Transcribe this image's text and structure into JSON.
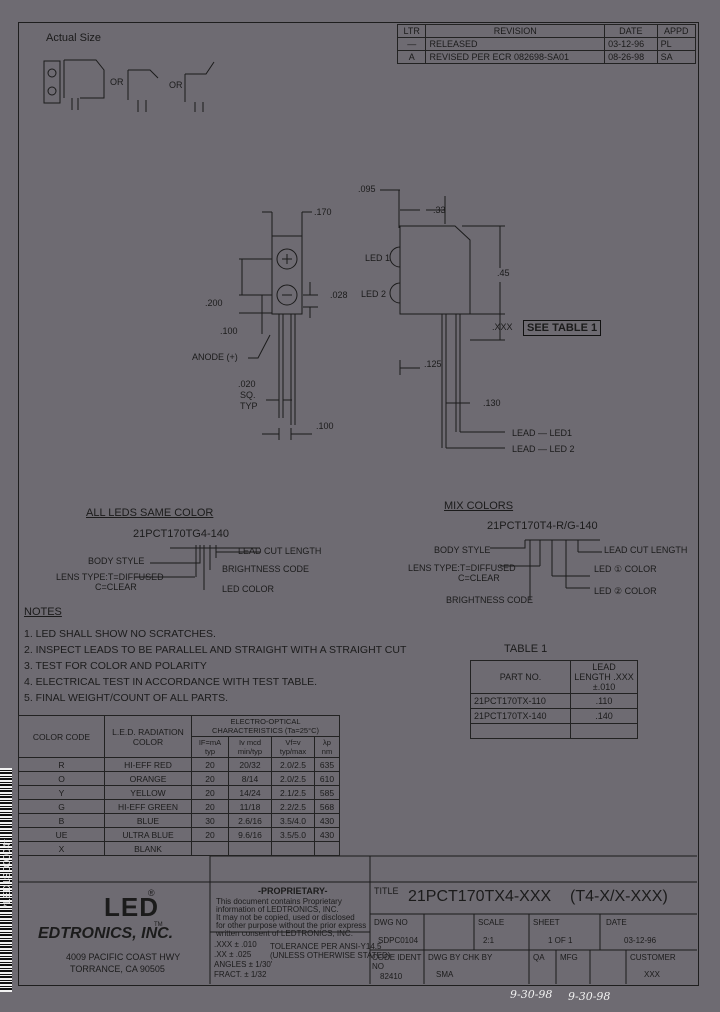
{
  "actual_size": "Actual Size",
  "or1": "OR",
  "or2": "OR",
  "revision_table": {
    "headers": [
      "LTR",
      "REVISION",
      "DATE",
      "APPD"
    ],
    "rows": [
      [
        "—",
        "RELEASED",
        "03-12-96",
        "PL"
      ],
      [
        "A",
        "REVISED PER ECR 082698-SA01",
        "08-26-98",
        "SA"
      ]
    ]
  },
  "dims": {
    "d095": ".095",
    "d170": ".170",
    "d033": ".33",
    "d045": ".45",
    "d028": ".028",
    "d200": ".200",
    "d100a": ".100",
    "dxxx": ".XXX",
    "d125": ".125",
    "d130": ".130",
    "d020": ".020",
    "sq": "SQ.",
    "typ": "TYP",
    "d100b": ".100"
  },
  "labels": {
    "led1": "LED 1",
    "led2": "LED 2",
    "anode": "ANODE (+)",
    "see_table": "SEE TABLE 1",
    "lead_led1": "LEAD — LED1",
    "lead_led2": "LEAD — LED 2"
  },
  "same_color": {
    "title": "ALL LEDS SAME COLOR",
    "part": "21PCT170TG4-140",
    "body_style": "BODY STYLE",
    "lead_cut": "LEAD CUT LENGTH",
    "lens_type": "LENS TYPE:T=DIFFUSED",
    "clear": "C=CLEAR",
    "brightness": "BRIGHTNESS CODE",
    "led_color": "LED COLOR"
  },
  "mix_colors": {
    "title": "MIX COLORS",
    "part": "21PCT170T4-R/G-140",
    "body_style": "BODY STYLE",
    "lead_cut": "LEAD CUT LENGTH",
    "lens_type": "LENS TYPE:T=DIFFUSED",
    "clear": "C=CLEAR",
    "brightness": "BRIGHTNESS CODE",
    "led1_color": "LED ① COLOR",
    "led2_color": "LED ② COLOR"
  },
  "notes": {
    "title": "NOTES",
    "items": [
      "1. LED SHALL SHOW NO SCRATCHES.",
      "2. INSPECT LEADS TO BE PARALLEL AND STRAIGHT WITH A STRAIGHT CUT",
      "3. TEST FOR COLOR AND POLARITY",
      "4. ELECTRICAL TEST IN ACCORDANCE WITH TEST TABLE.",
      "5. FINAL WEIGHT/COUNT OF ALL PARTS."
    ]
  },
  "table1": {
    "title": "TABLE 1",
    "headers": [
      "PART NO.",
      "LEAD LENGTH .XXX ±.010"
    ],
    "rows": [
      [
        "21PCT170TX-110",
        ".110"
      ],
      [
        "21PCT170TX-140",
        ".140"
      ],
      [
        "",
        ""
      ]
    ]
  },
  "color_table": {
    "h_code": "COLOR CODE",
    "h_rad": "L.E.D. RADIATION COLOR",
    "h_eo": "ELECTRO-OPTICAL CHARACTERISTICS (Ta=25°C)",
    "h_if": "IF=mA typ",
    "h_iv": "Iv mcd min/typ",
    "h_vf": "Vf=v typ/max",
    "h_lp": "λp nm",
    "rows": [
      [
        "R",
        "HI-EFF RED",
        "20",
        "20/32",
        "2.0/2.5",
        "635"
      ],
      [
        "O",
        "ORANGE",
        "20",
        "8/14",
        "2.0/2.5",
        "610"
      ],
      [
        "Y",
        "YELLOW",
        "20",
        "14/24",
        "2.1/2.5",
        "585"
      ],
      [
        "G",
        "HI-EFF GREEN",
        "20",
        "11/18",
        "2.2/2.5",
        "568"
      ],
      [
        "B",
        "BLUE",
        "30",
        "2.6/16",
        "3.5/4.0",
        "430"
      ],
      [
        "UE",
        "ULTRA BLUE",
        "20",
        "9.6/16",
        "3.5/5.0",
        "430"
      ],
      [
        "X",
        "BLANK",
        "",
        "",
        "",
        ""
      ]
    ]
  },
  "company": {
    "logo": "LED",
    "reg": "®",
    "name": "EDTRONICS, INC.",
    "tm": "TM",
    "addr1": "4009 PACIFIC COAST HWY",
    "addr2": "TORRANCE, CA 90505"
  },
  "proprietary": {
    "title": "-PROPRIETARY-",
    "line1": "This document contains Proprietary",
    "line2": "information of LEDTRONICS, INC.",
    "line3": "It may not be copied, used or disclosed",
    "line4": "for other purpose without the prior express",
    "line5": "written consent of LEDTRONICS, INC."
  },
  "tolerances": {
    "l1": ".XXX ± .010",
    "l2": ".XX ± .025",
    "l3": "ANGLES ± 1/30'",
    "l4": "FRACT. ± 1/32",
    "r1": "TOLERANCE PER ANSI-Y14.5",
    "r2": "(UNLESS OTHERWISE STATED)"
  },
  "title_block": {
    "title_label": "TITLE",
    "title": "21PCT170TX4-XXX",
    "title_alt": "(T4-X/X-XXX)",
    "dwg_no_label": "DWG NO",
    "dwg_no": "SDPC0104",
    "scale_label": "SCALE",
    "scale": "2:1",
    "sheet_label": "SHEET",
    "sheet": "1 OF 1",
    "date_label": "DATE",
    "date": "03-12-96",
    "code_ident_label": "CODE IDENT NO",
    "code_ident": "82410",
    "dwg_by_label": "DWG BY CHK BY",
    "dwg_by": "SMA",
    "qa_label": "QA",
    "mfg_label": "MFG",
    "customer_label": "CUSTOMER",
    "customer": "XXX",
    "sig1": "9-30-98",
    "sig2": "9-30-98"
  },
  "side_code": "*LED1SD0004*"
}
